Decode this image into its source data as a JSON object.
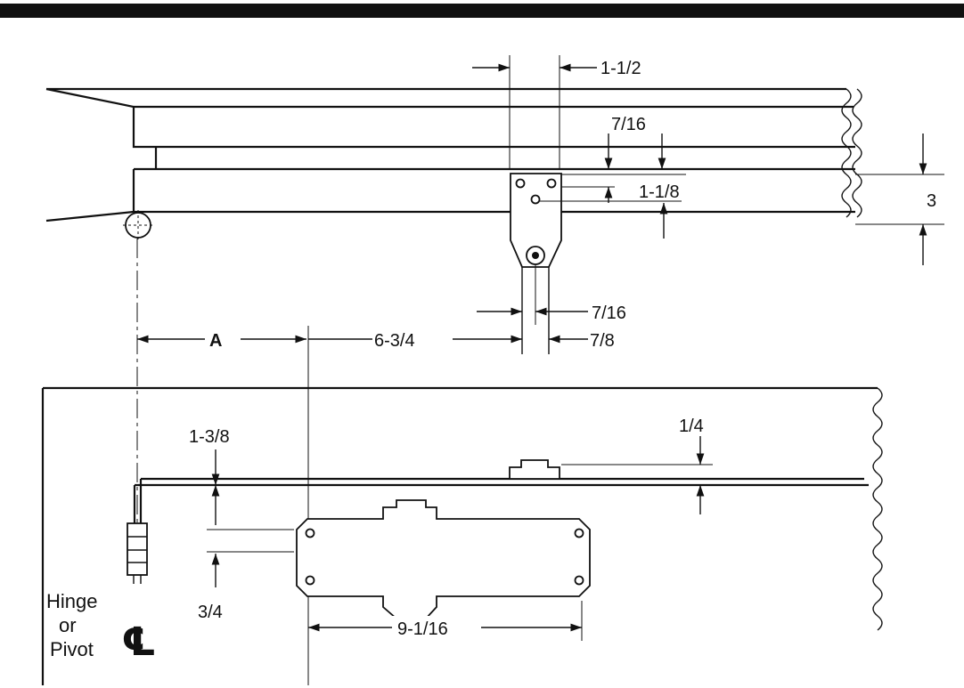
{
  "dimensions": {
    "d_1_1_2": "1-1/2",
    "d_7_16_top": "7/16",
    "d_1_1_8": "1-1/8",
    "d_3": "3",
    "d_7_16_bottom": "7/16",
    "d_7_8": "7/8",
    "d_a": "A",
    "d_6_3_4": "6-3/4",
    "d_1_3_8": "1-3/8",
    "d_1_4": "1/4",
    "d_3_4": "3/4",
    "d_9_1_16": "9-1/16"
  },
  "labels": {
    "hinge": "Hinge",
    "or": "or",
    "pivot": "Pivot",
    "centerline_symbol": "℄"
  },
  "colors": {
    "ink": "#111111",
    "paper": "#ffffff"
  }
}
